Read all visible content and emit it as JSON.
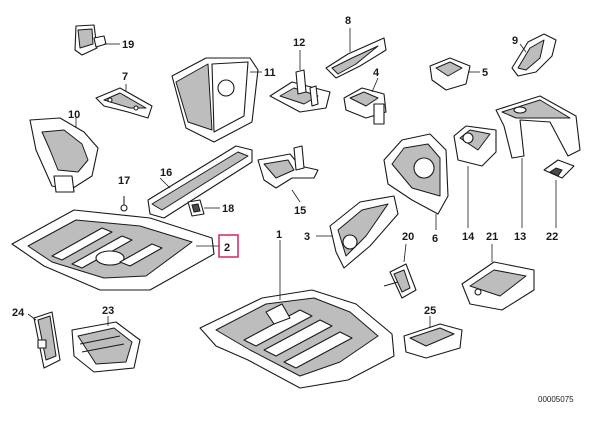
{
  "diagram": {
    "reference_number": "00005075",
    "highlighted_part": "2",
    "highlight_color": "#d6336c",
    "callouts": [
      "1",
      "2",
      "3",
      "4",
      "5",
      "6",
      "7",
      "8",
      "9",
      "10",
      "11",
      "12",
      "13",
      "14",
      "15",
      "16",
      "17",
      "18",
      "19",
      "20",
      "21",
      "22",
      "23",
      "24",
      "25"
    ]
  }
}
